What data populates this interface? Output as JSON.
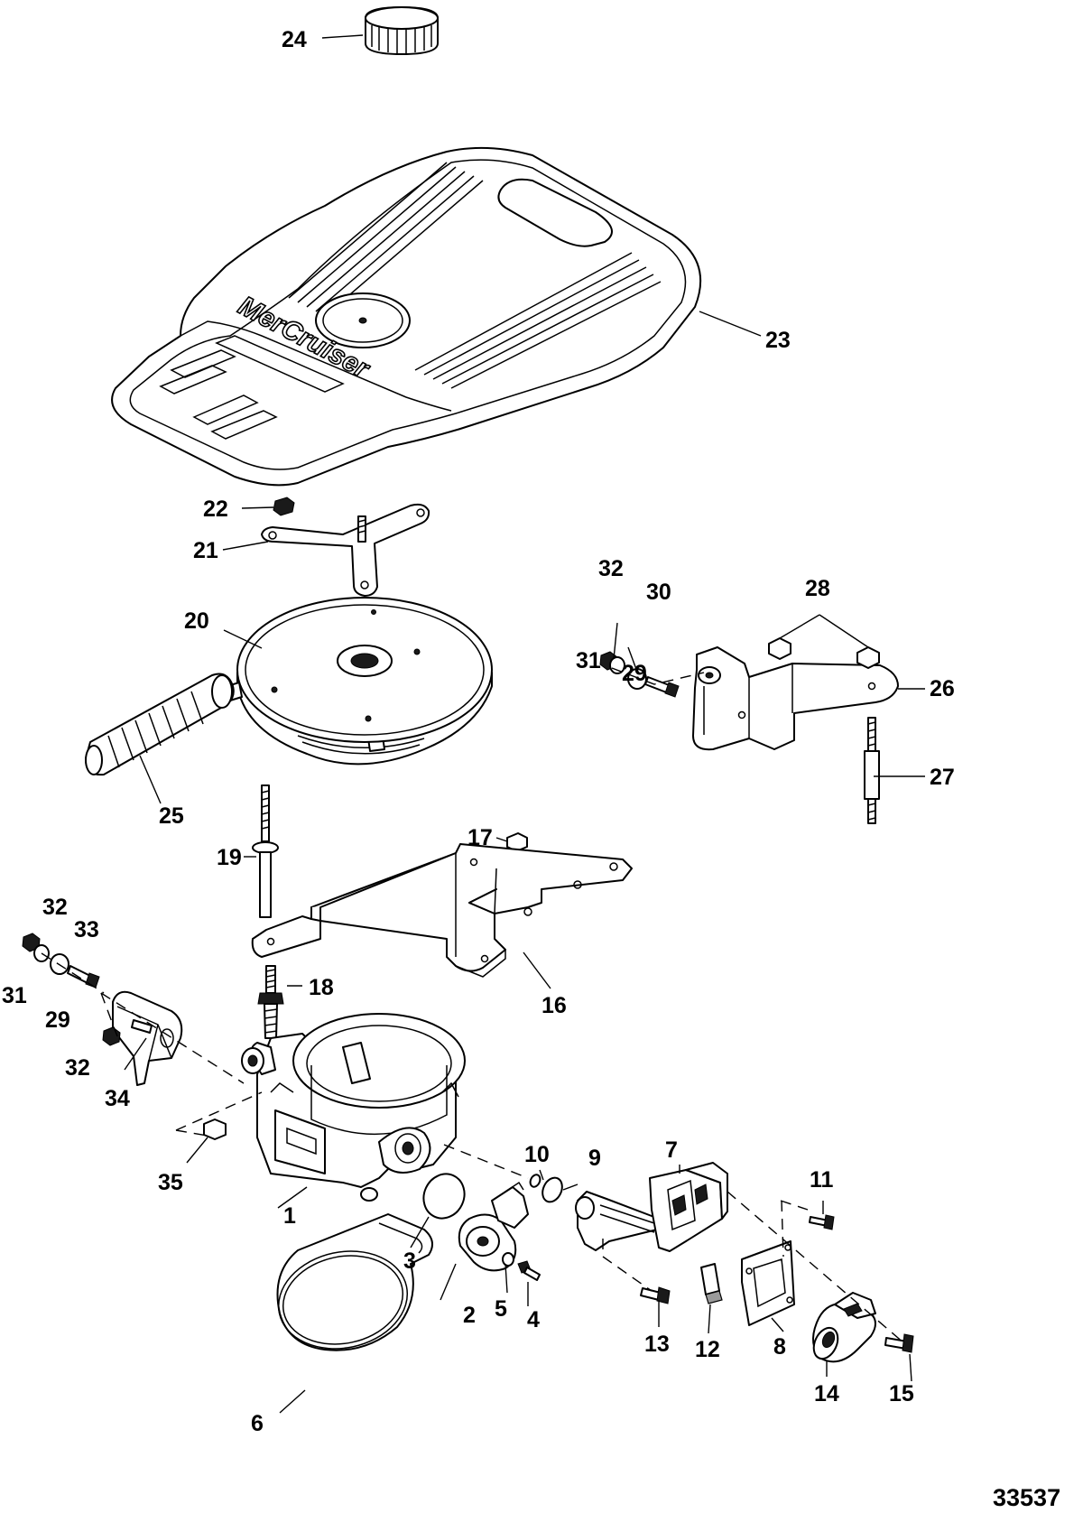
{
  "figure_number": "33537",
  "brand_logo_text": "MerCruiser",
  "callouts": [
    "1",
    "2",
    "3",
    "4",
    "5",
    "6",
    "7",
    "8",
    "9",
    "10",
    "11",
    "12",
    "13",
    "14",
    "15",
    "16",
    "17",
    "18",
    "19",
    "20",
    "21",
    "22",
    "23",
    "24",
    "25",
    "26",
    "27",
    "28",
    "29",
    "29",
    "30",
    "31",
    "31",
    "32",
    "32",
    "32",
    "33",
    "34",
    "35"
  ]
}
